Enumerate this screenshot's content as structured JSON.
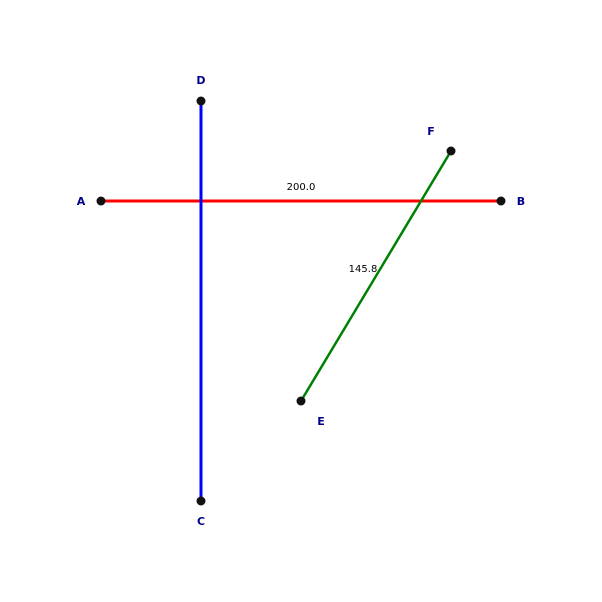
{
  "colors": {
    "background": "#ffffff",
    "point_fill": "#111111",
    "point_label": "#00008b",
    "length_label": "#000000"
  },
  "points": {
    "A": {
      "label": "A"
    },
    "B": {
      "label": "B"
    },
    "C": {
      "label": "C"
    },
    "D": {
      "label": "D"
    },
    "E": {
      "label": "E"
    },
    "F": {
      "label": "F"
    }
  },
  "segments": {
    "AB": {
      "from": "A",
      "to": "B",
      "color": "#ff0000",
      "length_label": "200.0"
    },
    "CD": {
      "from": "C",
      "to": "D",
      "color": "#0000ff",
      "length_label": ""
    },
    "EF": {
      "from": "E",
      "to": "F",
      "color": "#008000",
      "length_label": "145.8"
    }
  }
}
